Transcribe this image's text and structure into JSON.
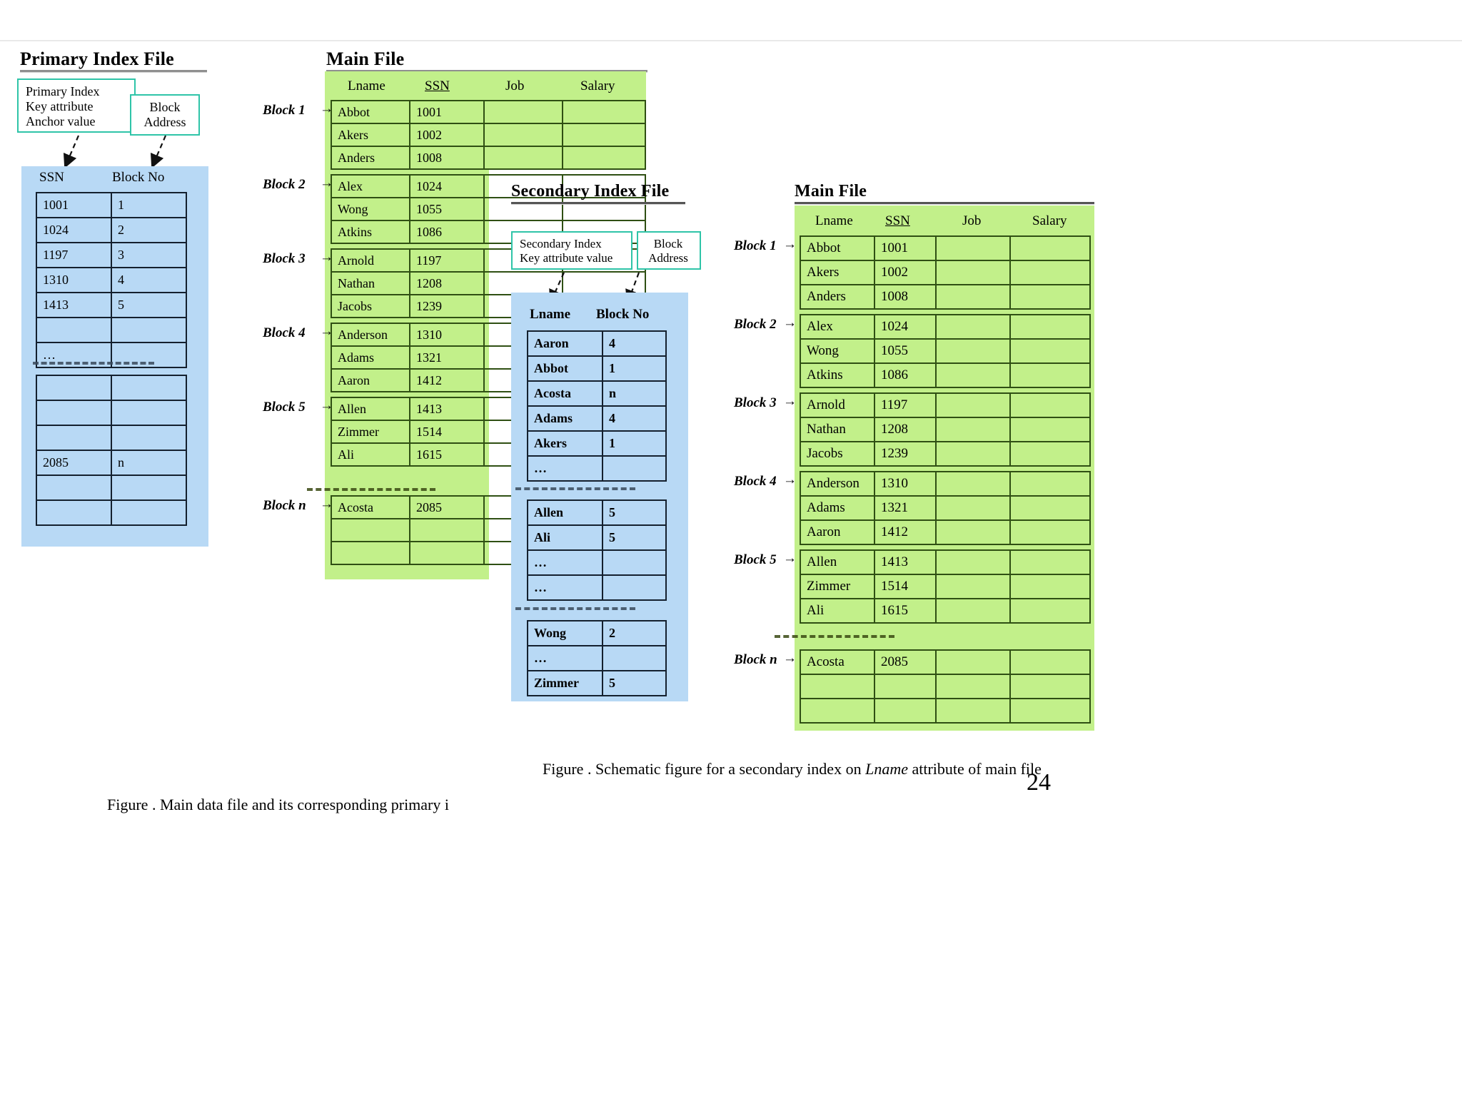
{
  "slide": {
    "page_number": "24"
  },
  "primary_section": {
    "title": "Primary Index File",
    "callout_key": "Primary Index\nKey attribute\nAnchor value",
    "callout_block": "Block\nAddress",
    "columns": [
      "SSN",
      "Block No"
    ],
    "rows_top": [
      {
        "ssn": "1001",
        "block": "1"
      },
      {
        "ssn": "1024",
        "block": "2"
      },
      {
        "ssn": "1197",
        "block": "3"
      },
      {
        "ssn": "1310",
        "block": "4"
      },
      {
        "ssn": "1413",
        "block": "5"
      },
      {
        "ssn": "",
        "block": ""
      },
      {
        "ssn": "…",
        "block": ""
      }
    ],
    "rows_bottom": [
      {
        "ssn": "",
        "block": ""
      },
      {
        "ssn": "",
        "block": ""
      },
      {
        "ssn": "",
        "block": ""
      },
      {
        "ssn": "2085",
        "block": "n"
      },
      {
        "ssn": "",
        "block": ""
      },
      {
        "ssn": "",
        "block": ""
      }
    ]
  },
  "main_file_left": {
    "title": "Main File",
    "columns": [
      "Lname",
      "SSN",
      "Job",
      "Salary"
    ],
    "block_labels": [
      "Block 1",
      "Block 2",
      "Block 3",
      "Block 4",
      "Block 5",
      "Block n"
    ],
    "arrow_glyph": "→",
    "blocks": [
      {
        "label": "Block 1",
        "rows": [
          {
            "lname": "Abbot",
            "ssn": "1001",
            "job": "",
            "salary": ""
          },
          {
            "lname": "Akers",
            "ssn": "1002",
            "job": "",
            "salary": ""
          },
          {
            "lname": "Anders",
            "ssn": "1008",
            "job": "",
            "salary": ""
          }
        ]
      },
      {
        "label": "Block 2",
        "rows": [
          {
            "lname": "Alex",
            "ssn": "1024",
            "job": "",
            "salary": ""
          },
          {
            "lname": "Wong",
            "ssn": "1055",
            "job": "",
            "salary": ""
          },
          {
            "lname": "Atkins",
            "ssn": "1086",
            "job": "",
            "salary": ""
          }
        ]
      },
      {
        "label": "Block 3",
        "rows": [
          {
            "lname": "Arnold",
            "ssn": "1197",
            "job": "",
            "salary": ""
          },
          {
            "lname": "Nathan",
            "ssn": "1208",
            "job": "",
            "salary": ""
          },
          {
            "lname": "Jacobs",
            "ssn": "1239",
            "job": "",
            "salary": ""
          }
        ]
      },
      {
        "label": "Block 4",
        "rows": [
          {
            "lname": "Anderson",
            "ssn": "1310",
            "job": "",
            "salary": ""
          },
          {
            "lname": "Adams",
            "ssn": "1321",
            "job": "",
            "salary": ""
          },
          {
            "lname": "Aaron",
            "ssn": "1412",
            "job": "",
            "salary": ""
          }
        ]
      },
      {
        "label": "Block 5",
        "rows": [
          {
            "lname": "Allen",
            "ssn": "1413",
            "job": "",
            "salary": ""
          },
          {
            "lname": "Zimmer",
            "ssn": "1514",
            "job": "",
            "salary": ""
          },
          {
            "lname": "Ali",
            "ssn": "1615",
            "job": "",
            "salary": ""
          }
        ]
      },
      {
        "label": "Block n",
        "rows": [
          {
            "lname": "Acosta",
            "ssn": "2085",
            "job": "",
            "salary": ""
          },
          {
            "lname": "",
            "ssn": "",
            "job": "",
            "salary": ""
          },
          {
            "lname": "",
            "ssn": "",
            "job": "",
            "salary": ""
          }
        ]
      }
    ]
  },
  "secondary_section": {
    "title": "Secondary Index File",
    "callout_key": "Secondary Index\nKey attribute value",
    "callout_block": "Block\nAddress",
    "columns": [
      "Lname",
      "Block No"
    ],
    "group1": [
      {
        "lname": "Aaron",
        "block": "4"
      },
      {
        "lname": "Abbot",
        "block": "1"
      },
      {
        "lname": "Acosta",
        "block": "n"
      },
      {
        "lname": "Adams",
        "block": "4"
      },
      {
        "lname": "Akers",
        "block": "1"
      },
      {
        "lname": "…",
        "block": ""
      }
    ],
    "group2": [
      {
        "lname": "Allen",
        "block": "5"
      },
      {
        "lname": "Ali",
        "block": "5"
      },
      {
        "lname": "…",
        "block": ""
      },
      {
        "lname": "…",
        "block": ""
      }
    ],
    "group3": [
      {
        "lname": "Wong",
        "block": "2"
      },
      {
        "lname": "…",
        "block": ""
      },
      {
        "lname": "Zimmer",
        "block": "5"
      }
    ]
  },
  "main_file_right": {
    "title": "Main File",
    "columns": [
      "Lname",
      "SSN",
      "Job",
      "Salary"
    ],
    "arrow_glyph": "→",
    "blocks": [
      {
        "label": "Block 1",
        "rows": [
          {
            "lname": "Abbot",
            "ssn": "1001",
            "job": "",
            "salary": ""
          },
          {
            "lname": "Akers",
            "ssn": "1002",
            "job": "",
            "salary": ""
          },
          {
            "lname": "Anders",
            "ssn": "1008",
            "job": "",
            "salary": ""
          }
        ]
      },
      {
        "label": "Block 2",
        "rows": [
          {
            "lname": "Alex",
            "ssn": "1024",
            "job": "",
            "salary": ""
          },
          {
            "lname": "Wong",
            "ssn": "1055",
            "job": "",
            "salary": ""
          },
          {
            "lname": "Atkins",
            "ssn": "1086",
            "job": "",
            "salary": ""
          }
        ]
      },
      {
        "label": "Block 3",
        "rows": [
          {
            "lname": "Arnold",
            "ssn": "1197",
            "job": "",
            "salary": ""
          },
          {
            "lname": "Nathan",
            "ssn": "1208",
            "job": "",
            "salary": ""
          },
          {
            "lname": "Jacobs",
            "ssn": "1239",
            "job": "",
            "salary": ""
          }
        ]
      },
      {
        "label": "Block 4",
        "rows": [
          {
            "lname": "Anderson",
            "ssn": "1310",
            "job": "",
            "salary": ""
          },
          {
            "lname": "Adams",
            "ssn": "1321",
            "job": "",
            "salary": ""
          },
          {
            "lname": "Aaron",
            "ssn": "1412",
            "job": "",
            "salary": ""
          }
        ]
      },
      {
        "label": "Block 5",
        "rows": [
          {
            "lname": "Allen",
            "ssn": "1413",
            "job": "",
            "salary": ""
          },
          {
            "lname": "Zimmer",
            "ssn": "1514",
            "job": "",
            "salary": ""
          },
          {
            "lname": "Ali",
            "ssn": "1615",
            "job": "",
            "salary": ""
          }
        ]
      },
      {
        "label": "Block n",
        "rows": [
          {
            "lname": "Acosta",
            "ssn": "2085",
            "job": "",
            "salary": ""
          },
          {
            "lname": "",
            "ssn": "",
            "job": "",
            "salary": ""
          },
          {
            "lname": "",
            "ssn": "",
            "job": "",
            "salary": ""
          }
        ]
      }
    ]
  },
  "captions": {
    "left": "Figure   . Main data file and its corresponding primary i",
    "right_pre": "Figure    . Schematic figure for a secondary index on ",
    "right_em": "Lname",
    "right_post": " attribute of main file"
  },
  "colors": {
    "panel_blue": "#b8d9f5",
    "panel_green": "#c2f08a",
    "callout_border": "#2fc4a8",
    "grid_blue": "#14202e",
    "grid_green": "#2f4f13"
  }
}
